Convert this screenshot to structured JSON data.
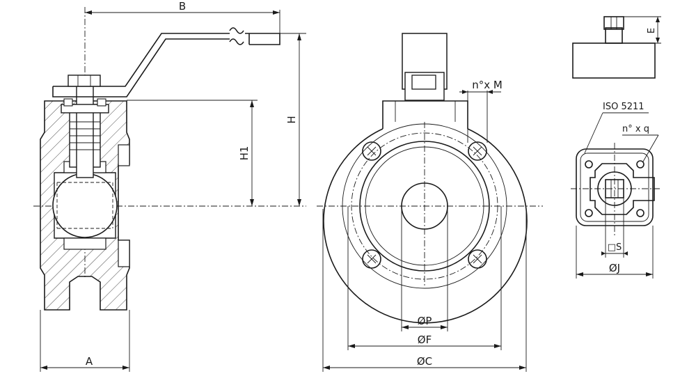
{
  "labels": {
    "A": "A",
    "B": "B",
    "H": "H",
    "H1": "H1",
    "E": "E",
    "phi_C": "ØC",
    "phi_F": "ØF",
    "phi_P": "ØP",
    "phi_J": "ØJ",
    "S": "□S",
    "nxM": "n°x M",
    "nxq": "n° x q",
    "iso": "ISO 5211"
  },
  "colors": {
    "line": "#1a1a1a",
    "background": "#ffffff"
  }
}
